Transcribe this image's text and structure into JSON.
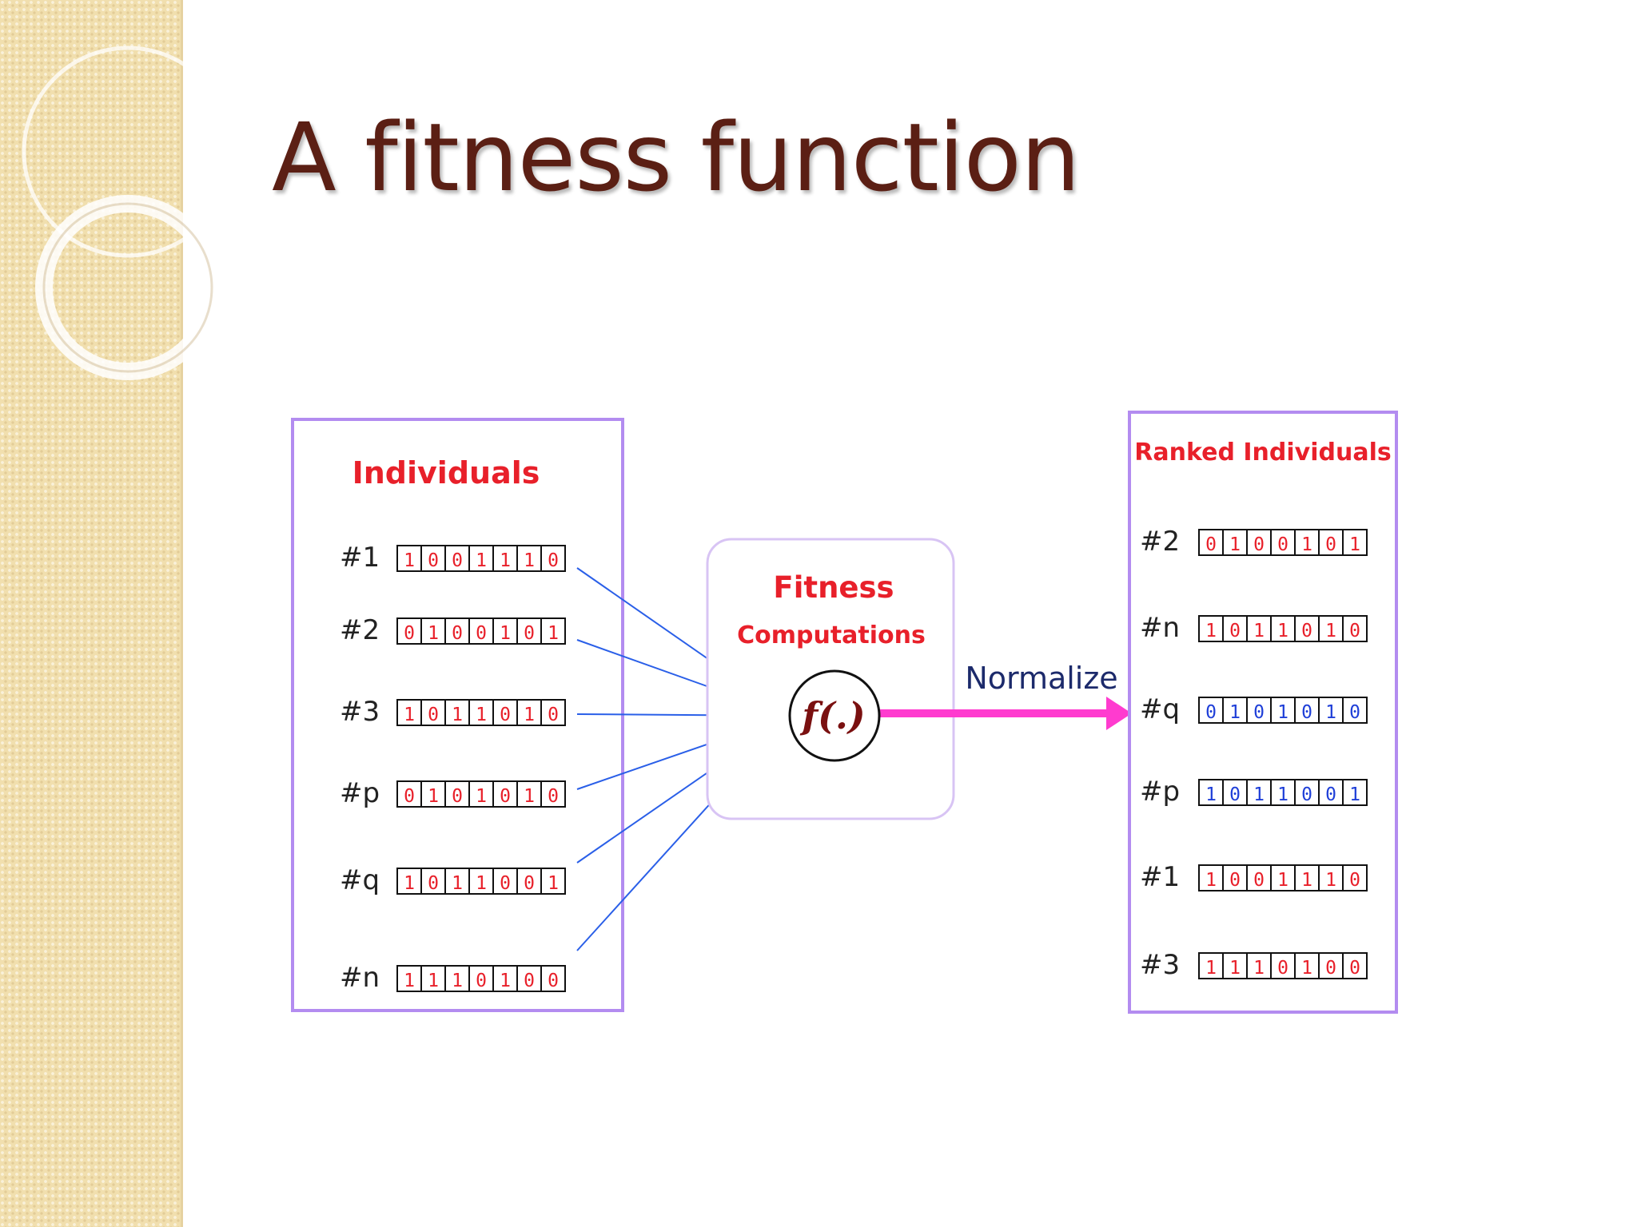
{
  "slide": {
    "title": "A fitness function"
  },
  "diagram": {
    "left_panel": {
      "heading": "Individuals",
      "rows": [
        {
          "label": "#1",
          "bits": "1001110"
        },
        {
          "label": "#2",
          "bits": "0100101"
        },
        {
          "label": "#3",
          "bits": "1011010"
        },
        {
          "label": "#p",
          "bits": "0101010"
        },
        {
          "label": "#q",
          "bits": "1011001"
        },
        {
          "label": "#n",
          "bits": "1110100"
        }
      ]
    },
    "center": {
      "heading_line1": "Fitness",
      "heading_line2": "Computations",
      "function_label": "f(.)"
    },
    "arrow_label": "Normalize",
    "right_panel": {
      "heading": "Ranked Individuals",
      "rows": [
        {
          "label": "#2",
          "bits": "0100101",
          "color": "#e8202a"
        },
        {
          "label": "#n",
          "bits": "1011010",
          "color": "#e8202a"
        },
        {
          "label": "#q",
          "bits": "0101010",
          "color": "#1f3fd8"
        },
        {
          "label": "#p",
          "bits": "1011001",
          "color": "#1f3fd8"
        },
        {
          "label": "#1",
          "bits": "1001110",
          "color": "#e8202a"
        },
        {
          "label": "#3",
          "bits": "1110100",
          "color": "#e8202a"
        }
      ]
    },
    "colors": {
      "panel_border": "#b38cf0",
      "heading": "#e8202a",
      "bit_red": "#e8202a",
      "bit_blue": "#1f3fd8",
      "connector_lines": "#2a5fe8",
      "arrow": "#ff3bcf",
      "arrow_label": "#1c2a6b",
      "function_label": "#7a1010"
    }
  }
}
